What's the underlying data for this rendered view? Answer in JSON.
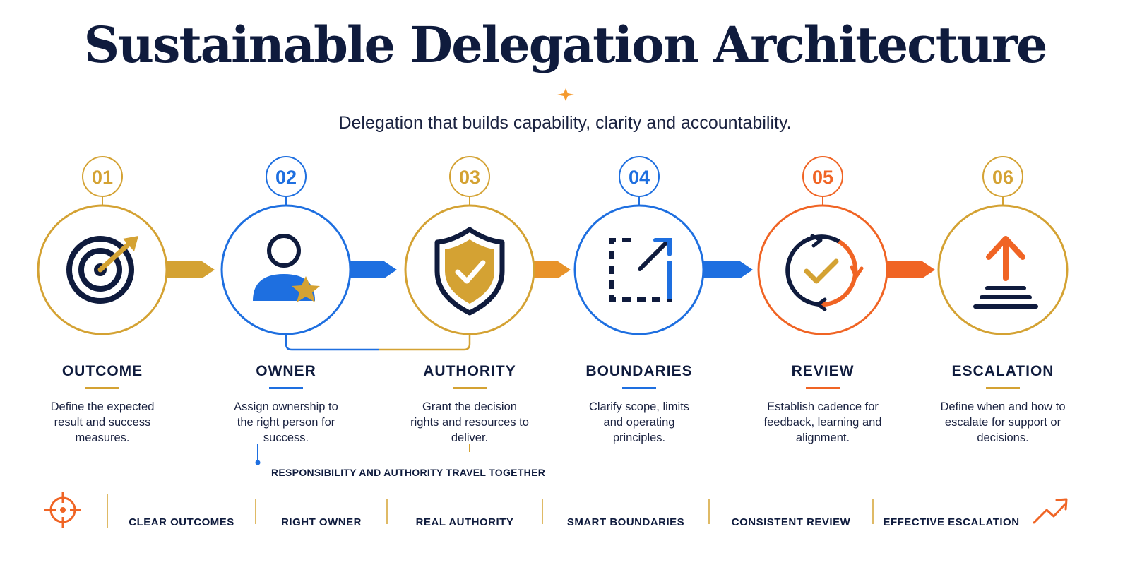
{
  "header": {
    "title": "Sustainable Delegation Architecture",
    "subtitle": "Delegation that builds capability, clarity and accountability."
  },
  "colors": {
    "navy": "#0f1b3d",
    "gold": "#d4a233",
    "blue": "#1e6fe0",
    "orange": "#f06424"
  },
  "steps": [
    {
      "number": "01",
      "title": "OUTCOME",
      "description": "Define the expected result and success measures.",
      "icon": "target-icon",
      "accent": "gold"
    },
    {
      "number": "02",
      "title": "OWNER",
      "description": "Assign ownership to the right person for success.",
      "icon": "person-star-icon",
      "accent": "blue"
    },
    {
      "number": "03",
      "title": "AUTHORITY",
      "description": "Grant the decision rights and resources to deliver.",
      "icon": "shield-check-icon",
      "accent": "gold"
    },
    {
      "number": "04",
      "title": "BOUNDARIES",
      "description": "Clarify scope, limits and operating principles.",
      "icon": "scope-arrow-icon",
      "accent": "blue"
    },
    {
      "number": "05",
      "title": "REVIEW",
      "description": "Establish cadence for feedback, learning and alignment.",
      "icon": "cycle-check-icon",
      "accent": "orange"
    },
    {
      "number": "06",
      "title": "ESCALATION",
      "description": "Define when and how to escalate for support or decisions.",
      "icon": "escalate-up-icon",
      "accent": "gold"
    }
  ],
  "note": "RESPONSIBILITY AND AUTHORITY TRAVEL TOGETHER",
  "bottom_bar": {
    "left_icon": "crosshair-icon",
    "right_icon": "trend-up-icon",
    "items": [
      "CLEAR OUTCOMES",
      "RIGHT OWNER",
      "REAL AUTHORITY",
      "SMART BOUNDARIES",
      "CONSISTENT REVIEW",
      "EFFECTIVE ESCALATION"
    ]
  }
}
